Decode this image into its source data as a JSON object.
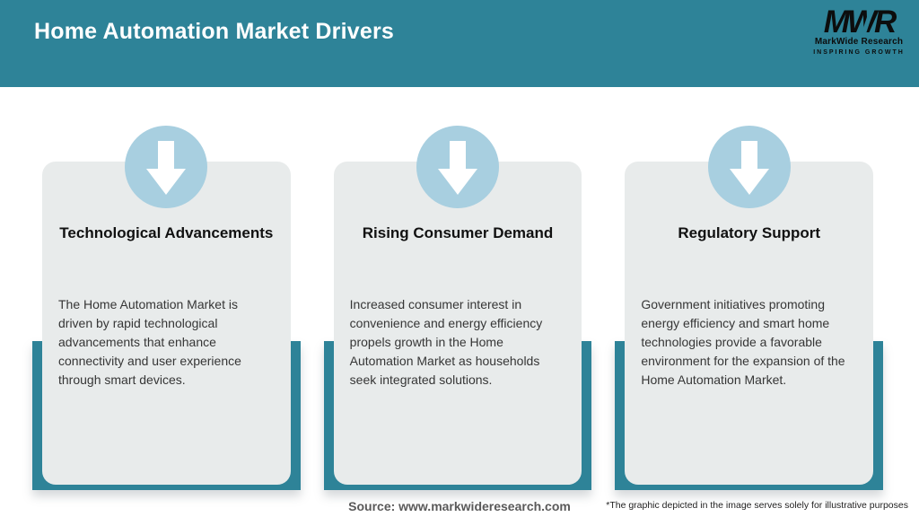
{
  "header": {
    "title": "Home Automation Market Drivers",
    "logo": {
      "acronym": "MWR",
      "name": "MarkWide Research",
      "tagline": "INSPIRING GROWTH"
    }
  },
  "cards": [
    {
      "icon": "down-arrow-icon",
      "title": "Technological Advancements",
      "description": "The Home Automation Market is driven by rapid technological advancements that enhance connectivity and user experience through smart devices."
    },
    {
      "icon": "down-arrow-icon",
      "title": "Rising Consumer Demand",
      "description": "Increased consumer interest in convenience and energy efficiency propels growth in the Home Automation Market as households seek integrated solutions."
    },
    {
      "icon": "down-arrow-icon",
      "title": "Regulatory Support",
      "description": "Government initiatives promoting energy efficiency and smart home technologies provide a favorable environment for the expansion of the Home Automation Market."
    }
  ],
  "footer": {
    "source": "Source: www.markwideresearch.com",
    "disclaimer": "*The graphic depicted in the image serves solely for illustrative purposes"
  },
  "colors": {
    "teal": "#2E8398",
    "circle_blue": "#A8CFE0",
    "card_gray": "#E8EBEB",
    "title_text": "#111111",
    "body_text": "#363636",
    "source_text": "#595959"
  }
}
